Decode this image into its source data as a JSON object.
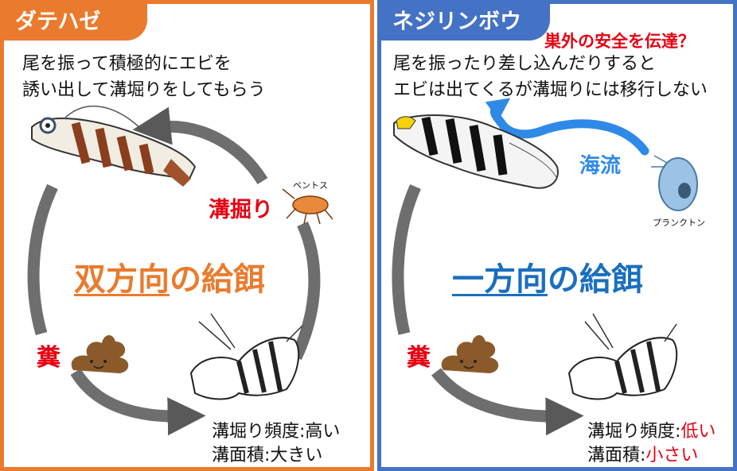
{
  "left": {
    "tab_title": "ダテハゼ",
    "description_line1": "尾を振って積極的にエビを",
    "description_line2": "誘い出して溝堀りをしてもらう",
    "center_label_underlined": "双方向",
    "center_label_rest": "の給餌",
    "digging_label": "溝掘り",
    "benthos_label": "ベントス",
    "feces_label": "糞",
    "stat1_label": "溝堀り頻度:",
    "stat1_value": "高い",
    "stat2_label": "溝面積:",
    "stat2_value": "大きい"
  },
  "right": {
    "tab_title": "ネジリンボウ",
    "note": "巣外の安全を伝達？",
    "description_line1": "尾を振ったり差し込んだりすると",
    "description_line2": "エビは出てくるが溝堀りには移行しない",
    "current_label": "海流",
    "plankton_label": "プランクトン",
    "center_label_underlined": "一方向",
    "center_label_rest": "の給餌",
    "feces_label": "糞",
    "stat1_label": "溝堀り頻度:",
    "stat1_value": "低い",
    "stat2_label": "溝面積:",
    "stat2_value": "小さい"
  },
  "colors": {
    "orange": "#ea7b2e",
    "blue": "#4472c4",
    "red": "#e60012",
    "arrow_gray": "#595959",
    "current_blue": "#2e8ae6"
  }
}
